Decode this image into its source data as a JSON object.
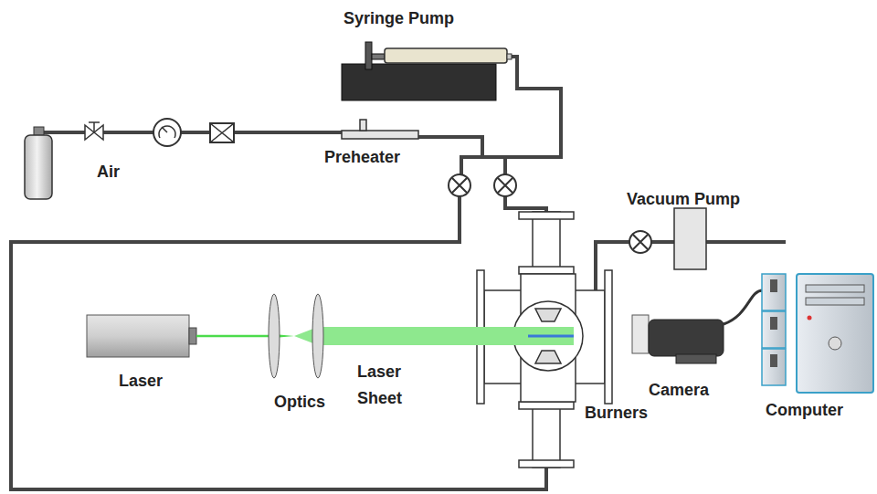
{
  "diagram": {
    "labels": [
      "Syringe Pump",
      "Air",
      "Preheater",
      "Vacuum Pump",
      "Laser",
      "Optics",
      "Laser Sheet",
      "Camera",
      "Burners",
      "Computer"
    ]
  }
}
